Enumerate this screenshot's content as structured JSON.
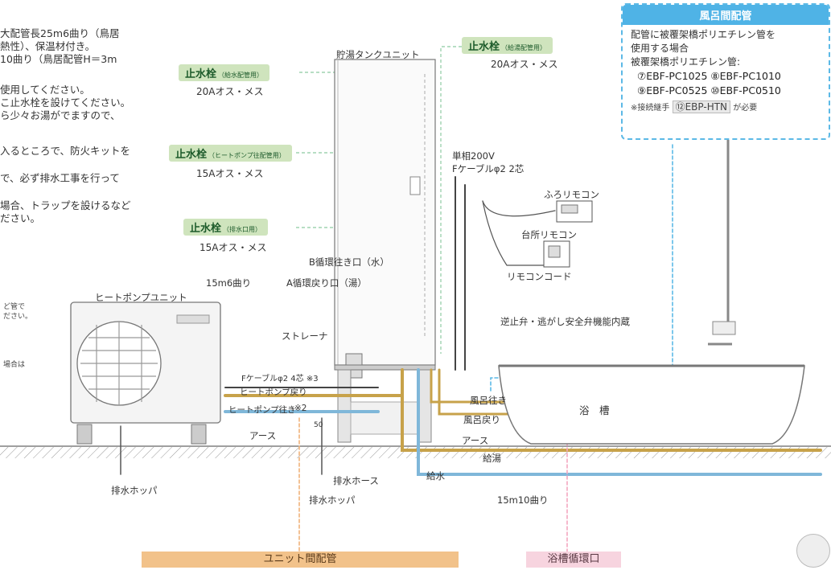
{
  "notes": {
    "lines": [
      "大配管長25m6曲り（鳥居",
      "熱性）、保温材付き。",
      "10曲り（鳥居配管H＝3m",
      "使用してください。",
      "こ止水栓を設けてください。",
      "ら少々お湯がでますので、",
      "入るところで、防火キットを",
      "で、必ず排水工事を行って",
      "場合、トラップを設けるなど",
      "ださい。"
    ],
    "small_lines": [
      "ど管で",
      "ださい。",
      "場合は"
    ]
  },
  "tank": {
    "label": "貯湯タンクユニット"
  },
  "valves": [
    {
      "name": "止水栓",
      "sub": "（給水配管用）",
      "spec": "20Aオス・メス"
    },
    {
      "name": "止水栓",
      "sub": "（ヒートポンプ往配管用）",
      "spec": "15Aオス・メス"
    },
    {
      "name": "止水栓",
      "sub": "（排水口用）",
      "spec": "15Aオス・メス"
    },
    {
      "name": "止水栓",
      "sub": "（給湯配管用）",
      "spec": "20Aオス・メス"
    }
  ],
  "power": {
    "line1": "単相200V",
    "line2": "Fケーブルφ2 2芯"
  },
  "remotes": {
    "bath": "ふろリモコン",
    "kitchen": "台所リモコン",
    "cord": "リモコンコード"
  },
  "bath_box": {
    "title": "風呂間配管",
    "lines": [
      "配管に被覆架橋ポリエチレン管を",
      "使用する場合",
      "被覆架橋ポリエチレン管:"
    ],
    "pipes": [
      "⑦EBF-PC1025 ⑧EBF-PC1010",
      "⑨EBF-PC0525 ⑩EBF-PC0510"
    ],
    "joint_prefix": "※接続継手",
    "joint": "⑫EBP-HTN",
    "joint_suffix": "が必要"
  },
  "labels": {
    "b_port": "B循環往き口（水）",
    "a_port": "A循環戻り口（湯）",
    "pipe_15m6": "15m6曲り",
    "heat_pump": "ヒートポンプユニット",
    "strainer": "ストレーナ",
    "check_valve": "逆止弁・逃がし安全弁機能内蔵",
    "fcable4": "Fケーブルφ2 4芯 ※3",
    "hp_return": "ヒートポンプ戻り",
    "hp_go": "ヒートポンプ往き",
    "mark2": "※2",
    "earth1": "アース",
    "earth2": "アース",
    "dim50": "50",
    "bath_go": "風呂往き",
    "bath_return": "風呂戻り",
    "bathtub": "浴　槽",
    "hot_supply": "給湯",
    "water_supply": "給水",
    "drain_hose": "排水ホース",
    "hopper1": "排水ホッパ",
    "hopper2": "排水ホッパ",
    "pipe_15m10": "15m10曲り"
  },
  "bands": {
    "unit_pipe": "ユニット間配管",
    "bath_port": "浴槽循環口"
  },
  "colors": {
    "valve_tag": "#cfe4bd",
    "box_border": "#5cb9e6",
    "orange_band": "#f2c28a",
    "pink_band": "#f7d4df",
    "hot_pipe": "#c7a24a",
    "cold_pipe": "#7fb7d9"
  }
}
